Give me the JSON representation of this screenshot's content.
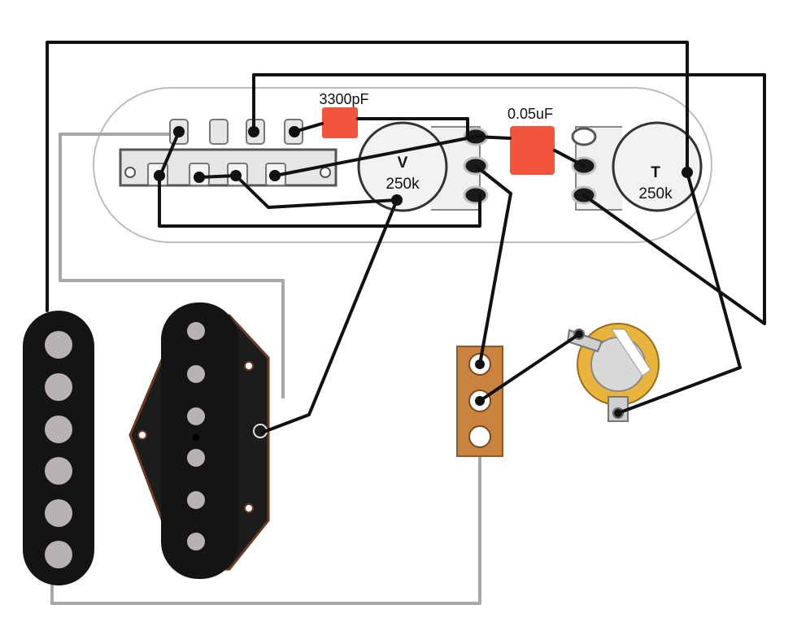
{
  "capacitors": {
    "c1": {
      "label": "3300pF",
      "color": "#f2553b"
    },
    "c2": {
      "label": "0.05uF",
      "color": "#f2553b"
    }
  },
  "pots": {
    "volume": {
      "letter": "V",
      "value": "250k"
    },
    "tone": {
      "letter": "T",
      "value": "250k"
    }
  },
  "colors": {
    "wire_hot": "#111111",
    "wire_ground": "#a8a8a8",
    "plate_outline": "#bdbdbd",
    "pickup_body": "#141414",
    "pole_piece": "#b9b2b2",
    "terminal_strip": "#c9833f",
    "jack_ring": "#e8b43c",
    "switch_body": "#e6e6e6"
  }
}
